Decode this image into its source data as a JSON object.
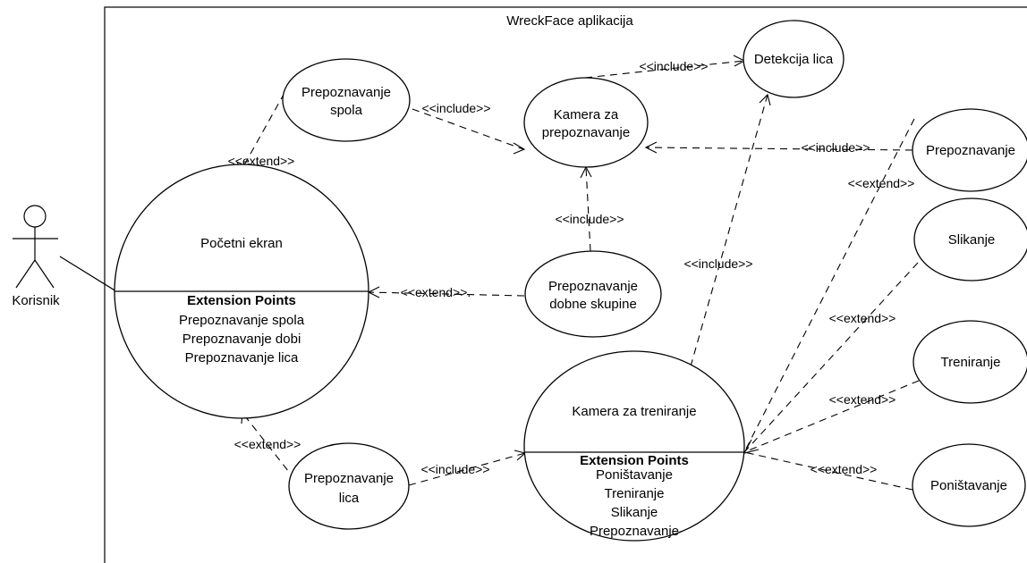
{
  "system": {
    "title": "WreckFace aplikacija"
  },
  "actor": {
    "name": "Korisnik"
  },
  "use_cases": {
    "pocetni": {
      "name": "Početni ekran",
      "ep_title": "Extension Points",
      "ep_items": [
        "Prepoznavanje spola",
        "Prepoznavanje dobi",
        "Prepoznavanje lica"
      ]
    },
    "spol": {
      "lines": [
        "Prepoznavanje",
        "spola"
      ]
    },
    "kamera_prep": {
      "lines": [
        "Kamera za",
        "prepoznavanje"
      ]
    },
    "detekcija": {
      "lines": [
        "Detekcija lica"
      ]
    },
    "prepoznavanje": {
      "lines": [
        "Prepoznavanje"
      ]
    },
    "dob": {
      "lines": [
        "Prepoznavanje",
        "dobne skupine"
      ]
    },
    "slikanje": {
      "lines": [
        "Slikanje"
      ]
    },
    "treniranje": {
      "lines": [
        "Treniranje"
      ]
    },
    "ponistavanje": {
      "lines": [
        "Poništavanje"
      ]
    },
    "lica": {
      "lines": [
        "Prepoznavanje",
        "lica"
      ]
    },
    "kamera_tren": {
      "name": "Kamera za treniranje",
      "ep_title": "Extension Points",
      "ep_items": [
        "Poništavanje",
        "Treniranje",
        "Slikanje",
        "Prepoznavanje"
      ]
    }
  },
  "relations": {
    "include": "<<include>>",
    "extend": "<<extend>>",
    "extend_dot": "<<extend>>."
  }
}
